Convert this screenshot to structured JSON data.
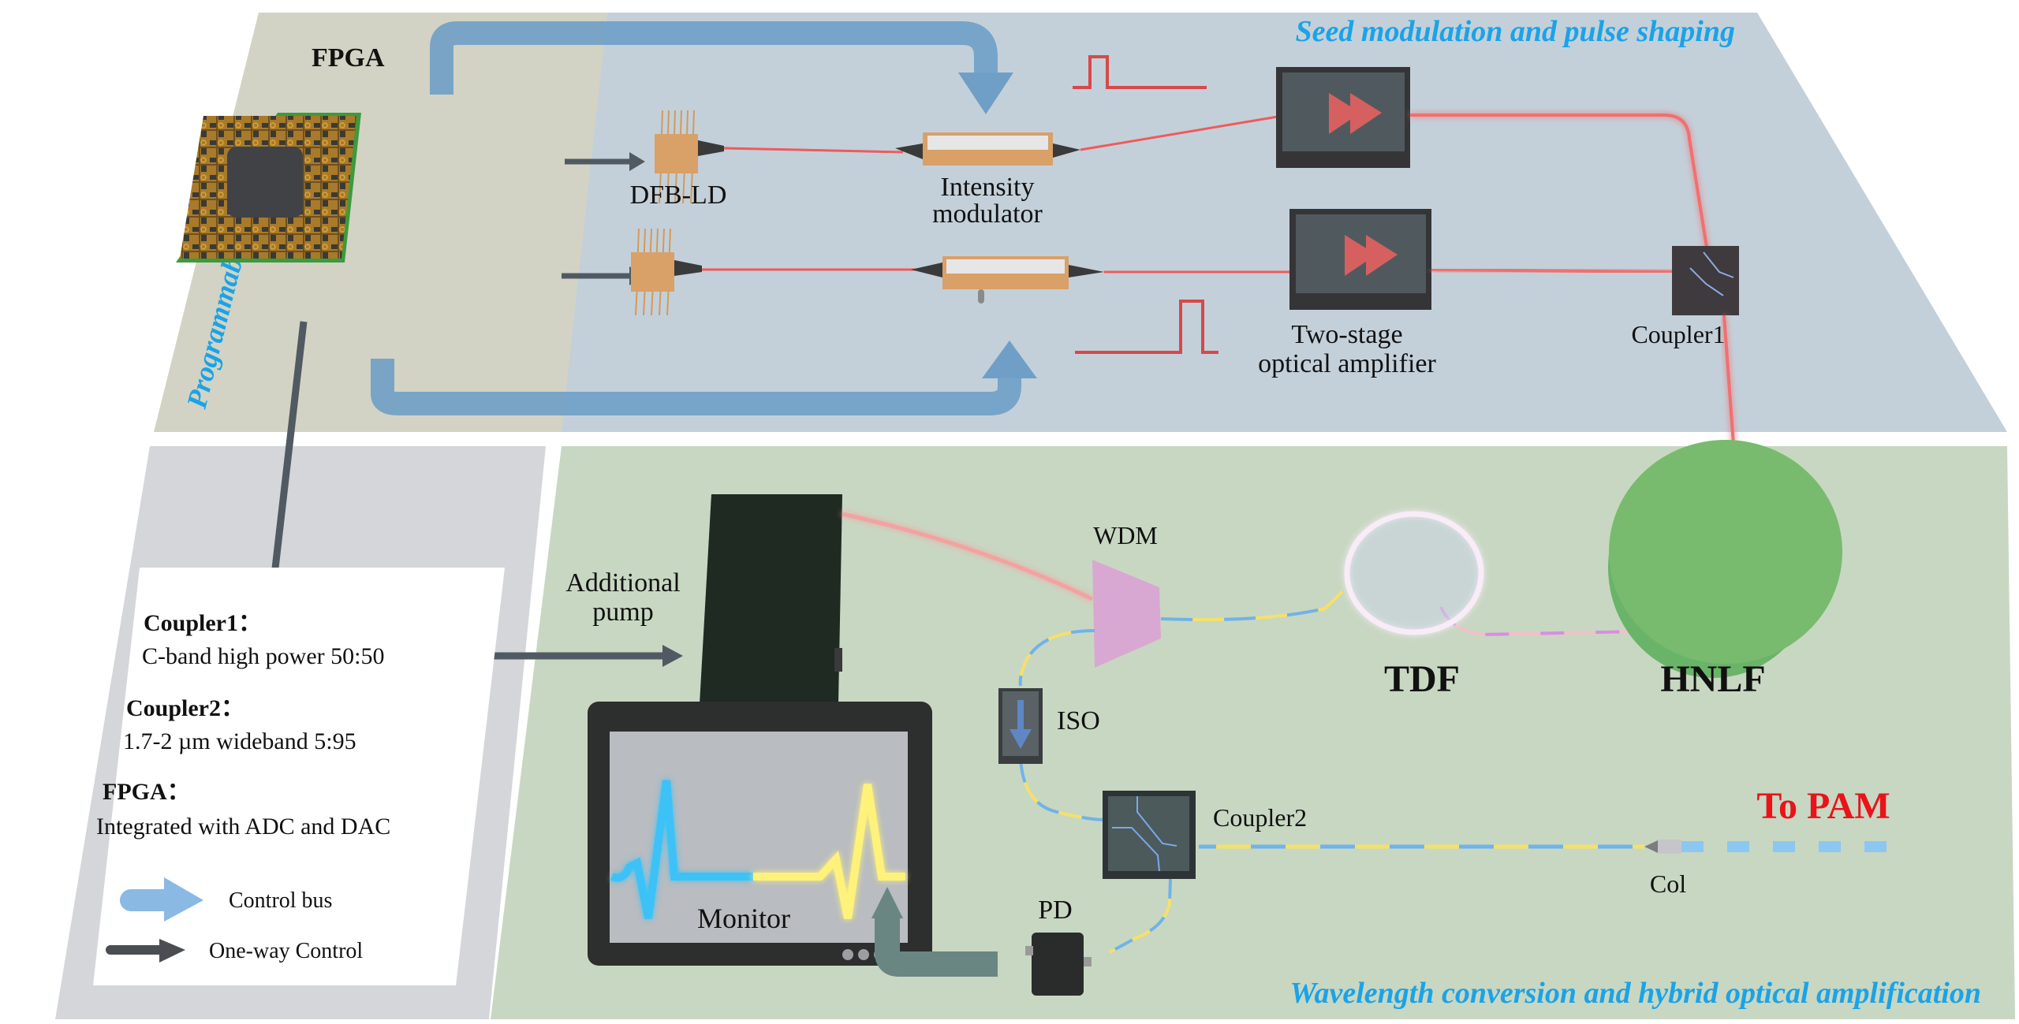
{
  "sections": {
    "controller": "Programmable controller",
    "seed": "Seed modulation and pulse shaping",
    "conversion": "Wavelength conversion and hybrid optical amplification"
  },
  "components": {
    "fpga": "FPGA",
    "dfb_ld": "DFB-LD",
    "intensity_modulator": [
      "Intensity",
      "modulator"
    ],
    "amplifier": [
      "Two-stage",
      "optical amplifier"
    ],
    "coupler1": "Coupler1",
    "additional_pump": [
      "Additional",
      "pump"
    ],
    "wdm": "WDM",
    "tdf": "TDF",
    "hnlf": "HNLF",
    "iso": "ISO",
    "coupler2": "Coupler2",
    "monitor": "Monitor",
    "pd": "PD",
    "col": "Col",
    "to_pam": "To PAM"
  },
  "legend": {
    "coupler1_title": "Coupler1：",
    "coupler1_desc": "C-band high power 50:50",
    "coupler2_title": "Coupler2：",
    "coupler2_desc": "1.7-2 µm wideband 5:95",
    "fpga_title": "FPGA：",
    "fpga_desc": "Integrated with ADC and DAC",
    "control_bus": "Control bus",
    "one_way": "One-way Control"
  },
  "colors": {
    "controller_panel": "#d2d3c4",
    "seed_panel": "#c3d0da",
    "conversion_panel": "#c8d7c2",
    "legend_panel": "#d4d6da",
    "section_title": "#1aa3e8",
    "control_bus": "#6f9fc6",
    "one_way": "#515a62",
    "laser": "#f05a5a",
    "to_pam": "#e8141a",
    "hnlf_spool": "#6ab46a",
    "wdm": "#d9a8d2"
  }
}
